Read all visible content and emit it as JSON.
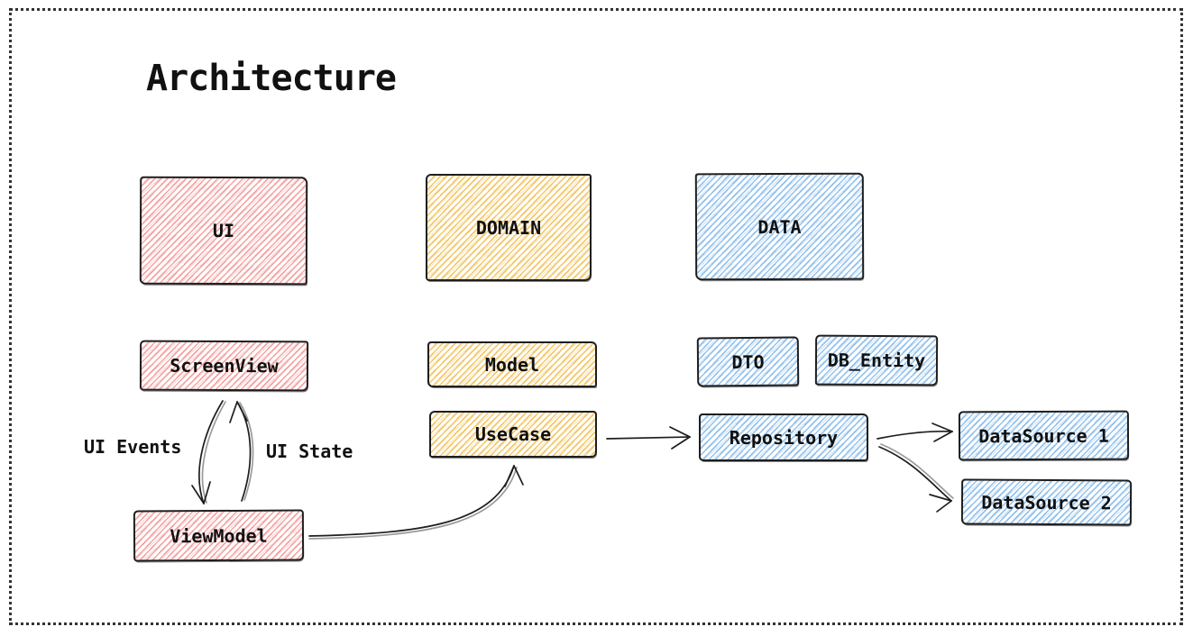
{
  "title": "Architecture",
  "diagram": {
    "layers": {
      "ui": {
        "label": "UI",
        "color": "#f3a0a0"
      },
      "domain": {
        "label": "DOMAIN",
        "color": "#f2c564"
      },
      "data": {
        "label": "DATA",
        "color": "#8fbfec"
      }
    },
    "nodes": {
      "screen_view": {
        "label": "ScreenView",
        "layer": "ui"
      },
      "view_model": {
        "label": "ViewModel",
        "layer": "ui"
      },
      "model": {
        "label": "Model",
        "layer": "domain"
      },
      "use_case": {
        "label": "UseCase",
        "layer": "domain"
      },
      "dto": {
        "label": "DTO",
        "layer": "data"
      },
      "db_entity": {
        "label": "DB_Entity",
        "layer": "data"
      },
      "repository": {
        "label": "Repository",
        "layer": "data"
      },
      "data_source_1": {
        "label": "DataSource 1",
        "layer": "data"
      },
      "data_source_2": {
        "label": "DataSource 2",
        "layer": "data"
      }
    },
    "edges": [
      {
        "from": "ScreenView",
        "to": "ViewModel",
        "label": "UI Events"
      },
      {
        "from": "ViewModel",
        "to": "ScreenView",
        "label": "UI State"
      },
      {
        "from": "ViewModel",
        "to": "UseCase",
        "label": ""
      },
      {
        "from": "UseCase",
        "to": "Repository",
        "label": ""
      },
      {
        "from": "Repository",
        "to": "DataSource 1",
        "label": ""
      },
      {
        "from": "Repository",
        "to": "DataSource 2",
        "label": ""
      }
    ],
    "stroke_color": "#1e1e1e",
    "text_color": "#111111",
    "frame_color": "#333333",
    "background": "#ffffff"
  }
}
